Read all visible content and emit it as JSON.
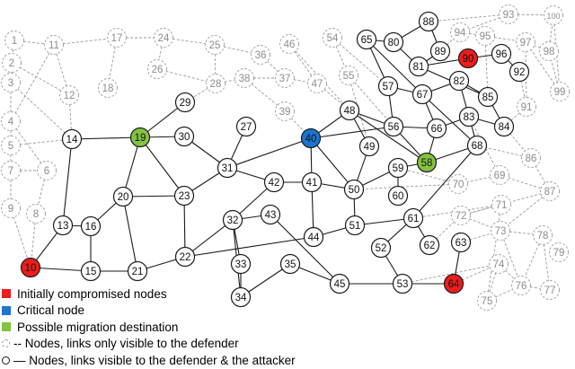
{
  "colors": {
    "compromised": "#ee1c1c",
    "critical": "#1b75d0",
    "migration": "#82c341",
    "visible_stroke": "#1a1a1a",
    "hidden_stroke": "#9a9a9a"
  },
  "legend": [
    {
      "kind": "swatch",
      "color_key": "compromised",
      "label": "Initially compromised nodes"
    },
    {
      "kind": "swatch",
      "color_key": "critical",
      "label": "Critical node"
    },
    {
      "kind": "swatch",
      "color_key": "migration",
      "label": "Possible migration destination"
    },
    {
      "kind": "line",
      "style": "dashed",
      "label": "-- Nodes, links only visible to the defender"
    },
    {
      "kind": "line",
      "style": "solid",
      "label": "— Nodes, links visible to the defender & the attacker"
    }
  ],
  "nodes": {
    "visible": [
      "10",
      "13",
      "14",
      "15",
      "16",
      "19",
      "20",
      "21",
      "22",
      "23",
      "27",
      "29",
      "30",
      "31",
      "32",
      "33",
      "34",
      "35",
      "40",
      "41",
      "42",
      "43",
      "44",
      "45",
      "48",
      "49",
      "50",
      "51",
      "52",
      "53",
      "56",
      "57",
      "58",
      "59",
      "60",
      "61",
      "62",
      "63",
      "64",
      "65",
      "66",
      "67",
      "68",
      "80",
      "81",
      "82",
      "83",
      "84",
      "85",
      "88",
      "89",
      "90",
      "92",
      "96"
    ],
    "compromised": [
      "10",
      "64",
      "90"
    ],
    "critical": [
      "40"
    ],
    "migration": [
      "19",
      "58"
    ]
  },
  "edges": {
    "visible": [
      [
        "10",
        "13"
      ],
      [
        "13",
        "16"
      ],
      [
        "13",
        "14"
      ],
      [
        "14",
        "19"
      ],
      [
        "10",
        "15"
      ],
      [
        "15",
        "21"
      ],
      [
        "15",
        "16"
      ],
      [
        "16",
        "20"
      ],
      [
        "19",
        "20"
      ],
      [
        "20",
        "21"
      ],
      [
        "19",
        "23"
      ],
      [
        "20",
        "23"
      ],
      [
        "19",
        "29"
      ],
      [
        "19",
        "30"
      ],
      [
        "30",
        "31"
      ],
      [
        "23",
        "31"
      ],
      [
        "23",
        "22"
      ],
      [
        "27",
        "31"
      ],
      [
        "22",
        "32"
      ],
      [
        "21",
        "22"
      ],
      [
        "31",
        "40"
      ],
      [
        "31",
        "42"
      ],
      [
        "32",
        "42"
      ],
      [
        "32",
        "43"
      ],
      [
        "32",
        "33"
      ],
      [
        "32",
        "34"
      ],
      [
        "33",
        "34"
      ],
      [
        "34",
        "35"
      ],
      [
        "35",
        "45"
      ],
      [
        "22",
        "44"
      ],
      [
        "43",
        "45"
      ],
      [
        "45",
        "53"
      ],
      [
        "53",
        "64"
      ],
      [
        "40",
        "48"
      ],
      [
        "40",
        "41"
      ],
      [
        "40",
        "50"
      ],
      [
        "41",
        "50"
      ],
      [
        "41",
        "44"
      ],
      [
        "42",
        "41"
      ],
      [
        "48",
        "49"
      ],
      [
        "48",
        "56"
      ],
      [
        "49",
        "50"
      ],
      [
        "50",
        "51"
      ],
      [
        "50",
        "59"
      ],
      [
        "51",
        "44"
      ],
      [
        "51",
        "61"
      ],
      [
        "52",
        "61"
      ],
      [
        "52",
        "53"
      ],
      [
        "59",
        "60"
      ],
      [
        "59",
        "58"
      ],
      [
        "61",
        "62"
      ],
      [
        "61",
        "68"
      ],
      [
        "63",
        "64"
      ],
      [
        "56",
        "58"
      ],
      [
        "56",
        "57"
      ],
      [
        "57",
        "65"
      ],
      [
        "65",
        "80"
      ],
      [
        "65",
        "67"
      ],
      [
        "66",
        "67"
      ],
      [
        "66",
        "58"
      ],
      [
        "58",
        "68"
      ],
      [
        "67",
        "68"
      ],
      [
        "66",
        "83"
      ],
      [
        "83",
        "84"
      ],
      [
        "83",
        "68"
      ],
      [
        "83",
        "82"
      ],
      [
        "67",
        "82"
      ],
      [
        "57",
        "67"
      ],
      [
        "80",
        "81"
      ],
      [
        "80",
        "88"
      ],
      [
        "88",
        "89"
      ],
      [
        "81",
        "85"
      ],
      [
        "85",
        "84"
      ],
      [
        "82",
        "85"
      ],
      [
        "81",
        "90"
      ],
      [
        "90",
        "96"
      ],
      [
        "96",
        "92"
      ],
      [
        "56",
        "66"
      ],
      [
        "48",
        "58"
      ],
      [
        "81",
        "89"
      ],
      [
        "40",
        "56"
      ]
    ],
    "hidden": [
      [
        "1",
        "2"
      ],
      [
        "2",
        "3"
      ],
      [
        "3",
        "4"
      ],
      [
        "4",
        "5"
      ],
      [
        "5",
        "7"
      ],
      [
        "7",
        "9"
      ],
      [
        "9",
        "10"
      ],
      [
        "1",
        "11"
      ],
      [
        "11",
        "17"
      ],
      [
        "17",
        "24"
      ],
      [
        "24",
        "25"
      ],
      [
        "25",
        "36"
      ],
      [
        "24",
        "26"
      ],
      [
        "26",
        "28"
      ],
      [
        "28",
        "25"
      ],
      [
        "12",
        "11"
      ],
      [
        "12",
        "14"
      ],
      [
        "11",
        "4"
      ],
      [
        "2",
        "12"
      ],
      [
        "17",
        "18"
      ],
      [
        "4",
        "6"
      ],
      [
        "6",
        "8"
      ],
      [
        "8",
        "10"
      ],
      [
        "3",
        "14"
      ],
      [
        "7",
        "6"
      ],
      [
        "5",
        "14"
      ],
      [
        "28",
        "38"
      ],
      [
        "38",
        "37"
      ],
      [
        "38",
        "39"
      ],
      [
        "37",
        "47"
      ],
      [
        "28",
        "29"
      ],
      [
        "46",
        "47"
      ],
      [
        "54",
        "55"
      ],
      [
        "55",
        "56"
      ],
      [
        "47",
        "48"
      ],
      [
        "39",
        "40"
      ],
      [
        "36",
        "37"
      ],
      [
        "46",
        "48"
      ],
      [
        "54",
        "57"
      ],
      [
        "55",
        "49"
      ],
      [
        "53",
        "74"
      ],
      [
        "64",
        "74"
      ],
      [
        "74",
        "75"
      ],
      [
        "74",
        "76"
      ],
      [
        "76",
        "77"
      ],
      [
        "78",
        "77"
      ],
      [
        "78",
        "76"
      ],
      [
        "73",
        "76"
      ],
      [
        "73",
        "78"
      ],
      [
        "72",
        "73"
      ],
      [
        "71",
        "72"
      ],
      [
        "72",
        "87"
      ],
      [
        "87",
        "73"
      ],
      [
        "87",
        "86"
      ],
      [
        "86",
        "68"
      ],
      [
        "69",
        "70"
      ],
      [
        "69",
        "87"
      ],
      [
        "70",
        "50"
      ],
      [
        "70",
        "59"
      ],
      [
        "71",
        "61"
      ],
      [
        "62",
        "72"
      ],
      [
        "63",
        "73"
      ],
      [
        "75",
        "76"
      ],
      [
        "91",
        "84"
      ],
      [
        "91",
        "97"
      ],
      [
        "93",
        "100"
      ],
      [
        "93",
        "94"
      ],
      [
        "93",
        "88"
      ],
      [
        "94",
        "95"
      ],
      [
        "95",
        "97"
      ],
      [
        "98",
        "97"
      ],
      [
        "98",
        "100"
      ],
      [
        "99",
        "98"
      ],
      [
        "99",
        "97"
      ],
      [
        "100",
        "99"
      ],
      [
        "84",
        "86"
      ],
      [
        "92",
        "91"
      ],
      [
        "89",
        "94"
      ],
      [
        "85",
        "95"
      ],
      [
        "83",
        "69"
      ],
      [
        "71",
        "75"
      ]
    ]
  }
}
